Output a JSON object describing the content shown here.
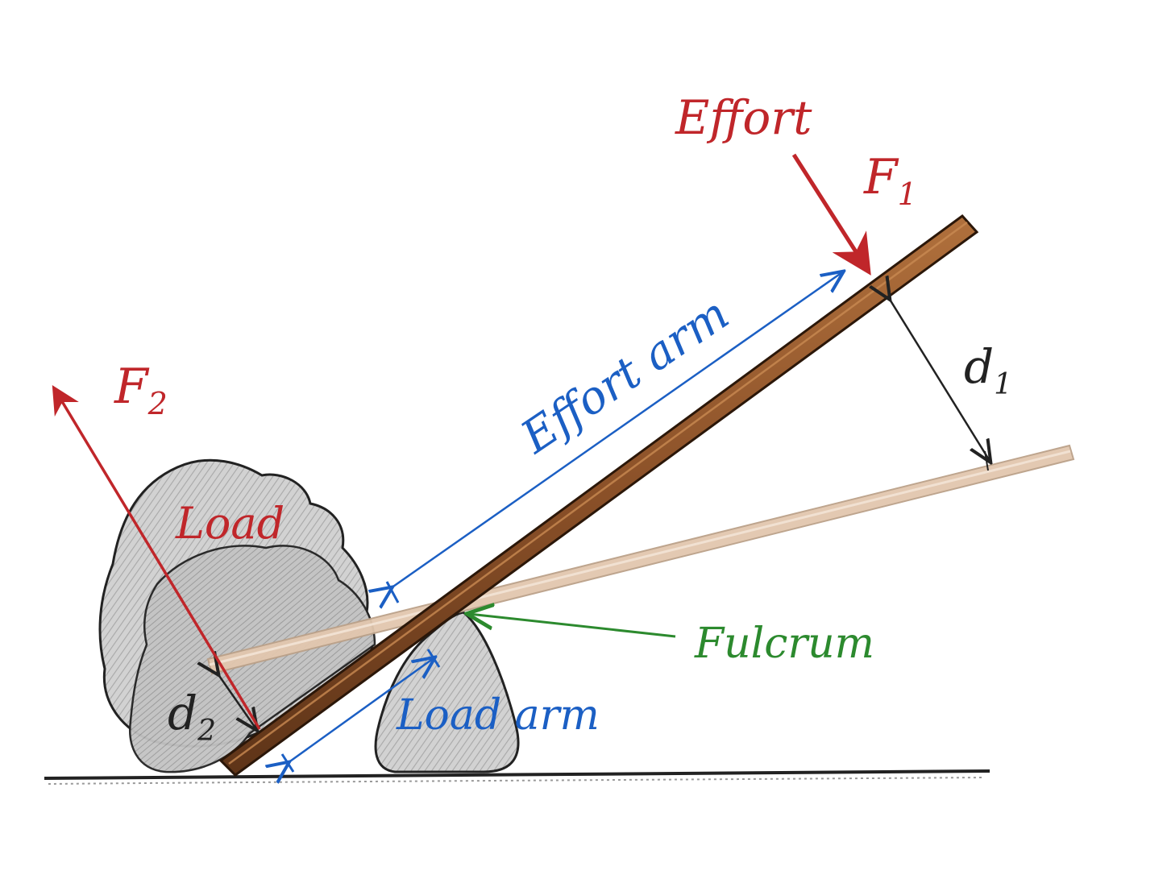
{
  "labels": {
    "effort": "Effort",
    "f1_main": "F",
    "f1_sub": "1",
    "f2_main": "F",
    "f2_sub": "2",
    "d1_main": "d",
    "d1_sub": "1",
    "d2_main": "d",
    "d2_sub": "2",
    "load": "Load",
    "effort_arm": "Effort arm",
    "load_arm": "Load arm",
    "fulcrum": "Fulcrum"
  },
  "colors": {
    "force_red": "#c0262a",
    "arm_blue": "#1b5fc4",
    "fulcrum_green": "#2c8a2e",
    "lever_brown": "#8a5028",
    "lever_faded": "#dcbfa6",
    "rock_gray": "#c9c9c9",
    "ink": "#222222"
  }
}
